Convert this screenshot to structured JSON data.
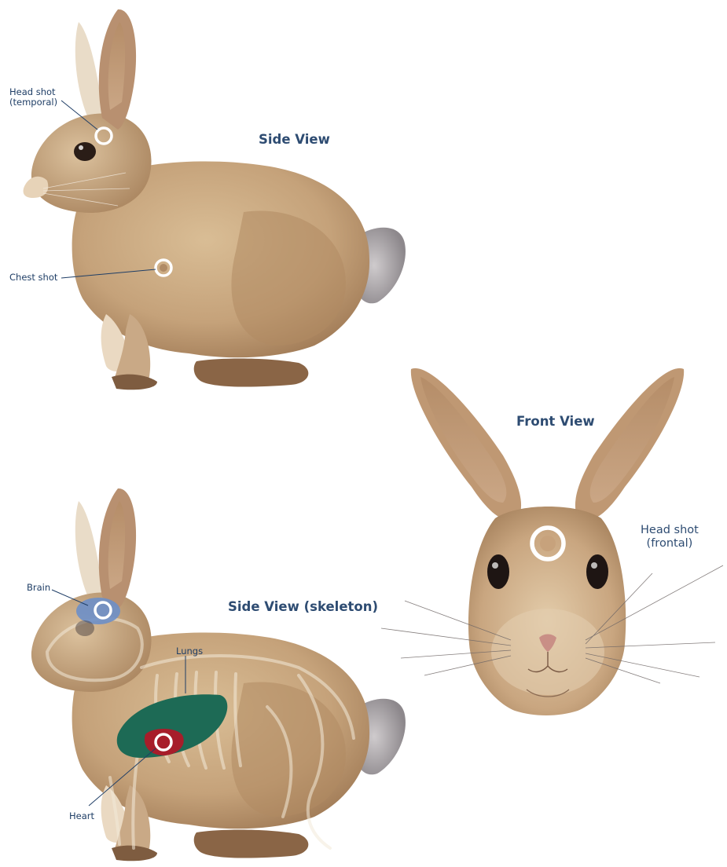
{
  "views": {
    "side": {
      "title": "Side View"
    },
    "skeleton": {
      "title": "Side View (skeleton)"
    },
    "front": {
      "title": "Front View"
    }
  },
  "labels": {
    "head_shot_temporal_line1": "Head shot",
    "head_shot_temporal_line2": "(temporal)",
    "chest_shot": "Chest shot",
    "brain": "Brain",
    "lungs": "Lungs",
    "heart": "Heart",
    "head_shot_frontal_line1": "Head shot",
    "head_shot_frontal_line2": "(frontal)"
  },
  "colors": {
    "heading": "#2e4c72",
    "label": "#1f3e66",
    "fur": "#c8a67e",
    "fur_dark": "#9b7450",
    "fur_light": "#e8d6bd",
    "tail": "#a7a3a6",
    "brain": "#6d8fc8",
    "lungs": "#1d6a55",
    "heart": "#a71d2a",
    "target_ring": "#ffffff"
  },
  "icons": {
    "target": "target-ring-icon"
  }
}
